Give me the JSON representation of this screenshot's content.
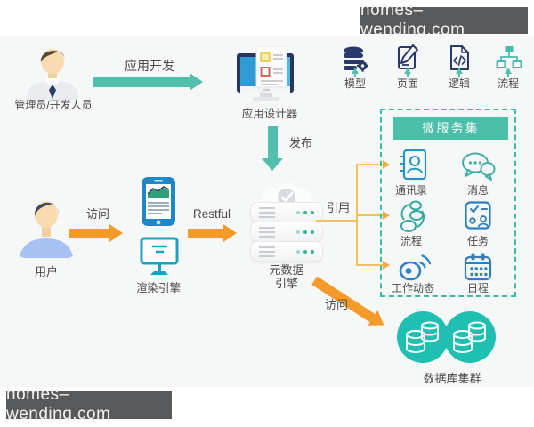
{
  "watermarks": {
    "top": "homes–wending.com",
    "bottom": "homes–wending.com"
  },
  "actors": {
    "admin": "管理员/开发人员",
    "user": "用户"
  },
  "edges": {
    "app_dev": "应用开发",
    "publish": "发布",
    "user_access": "访问",
    "restful": "Restful",
    "reference": "引用",
    "db_access": "访问"
  },
  "nodes": {
    "app_designer": "应用设计器",
    "render_engine": "渲染引擎",
    "metadata_engine_line1": "元数据",
    "metadata_engine_line2": "引擎",
    "db_cluster": "数据库集群"
  },
  "design_artifacts": [
    {
      "label": "模型",
      "icon": "database-gear-icon"
    },
    {
      "label": "页面",
      "icon": "page-pencil-icon"
    },
    {
      "label": "逻辑",
      "icon": "code-document-icon"
    },
    {
      "label": "流程",
      "icon": "flowchart-icon"
    }
  ],
  "microservices": {
    "title": "微服务集",
    "items": [
      {
        "label": "通讯录",
        "icon": "address-book-icon"
      },
      {
        "label": "消息",
        "icon": "chat-bubbles-icon"
      },
      {
        "label": "流程",
        "icon": "workflow-loop-icon"
      },
      {
        "label": "任务",
        "icon": "task-checklist-icon"
      },
      {
        "label": "工作动态",
        "icon": "weibo-icon"
      },
      {
        "label": "日程",
        "icon": "calendar-icon"
      }
    ]
  },
  "colors": {
    "teal_arrow": "#52bfad",
    "orange_arrow": "#f49a2a",
    "reference_line": "#efc358",
    "dashed_border": "#3cb9aa",
    "ms_header_bg": "#4cbfa8",
    "db_circle": "#1fbfb2",
    "navy_icon": "#28396b",
    "blue_icon": "#2e7fc0",
    "teal_icon": "#35a8a0",
    "watermark_bg": "#58595a",
    "diagram_bg": "#f6f7f7"
  }
}
